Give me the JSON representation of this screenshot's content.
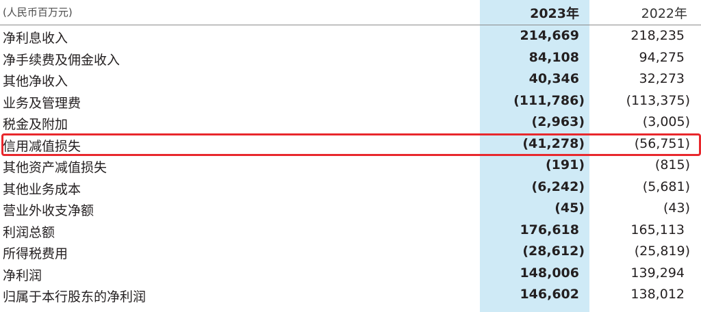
{
  "header": {
    "unit": "(人民币百万元)",
    "col_2023": "2023年",
    "col_2022": "2022年"
  },
  "rows": [
    {
      "label": "净利息收入",
      "v2023": "214,669",
      "v2022": "218,235"
    },
    {
      "label": "净手续费及佣金收入",
      "v2023": "84,108",
      "v2022": "94,275"
    },
    {
      "label": "其他净收入",
      "v2023": "40,346",
      "v2022": "32,273"
    },
    {
      "label": "业务及管理费",
      "v2023": "(111,786)",
      "v2022": "(113,375)"
    },
    {
      "label": "税金及附加",
      "v2023": "(2,963)",
      "v2022": "(3,005)"
    },
    {
      "label": "信用减值损失",
      "v2023": "(41,278)",
      "v2022": "(56,751)"
    },
    {
      "label": "其他资产减值损失",
      "v2023": "(191)",
      "v2022": "(815)"
    },
    {
      "label": "其他业务成本",
      "v2023": "(6,242)",
      "v2022": "(5,681)"
    },
    {
      "label": "营业外收支净额",
      "v2023": "(45)",
      "v2022": "(43)"
    },
    {
      "label": "利润总额",
      "v2023": "176,618",
      "v2022": "165,113"
    },
    {
      "label": "所得税费用",
      "v2023": "(28,612)",
      "v2022": "(25,819)"
    },
    {
      "label": "净利润",
      "v2023": "148,006",
      "v2022": "139,294"
    },
    {
      "label": "归属于本行股东的净利润",
      "v2023": "146,602",
      "v2022": "138,012"
    }
  ],
  "colors": {
    "highlight_column": "#cfeaf6",
    "highlight_box": "#e8272c"
  }
}
